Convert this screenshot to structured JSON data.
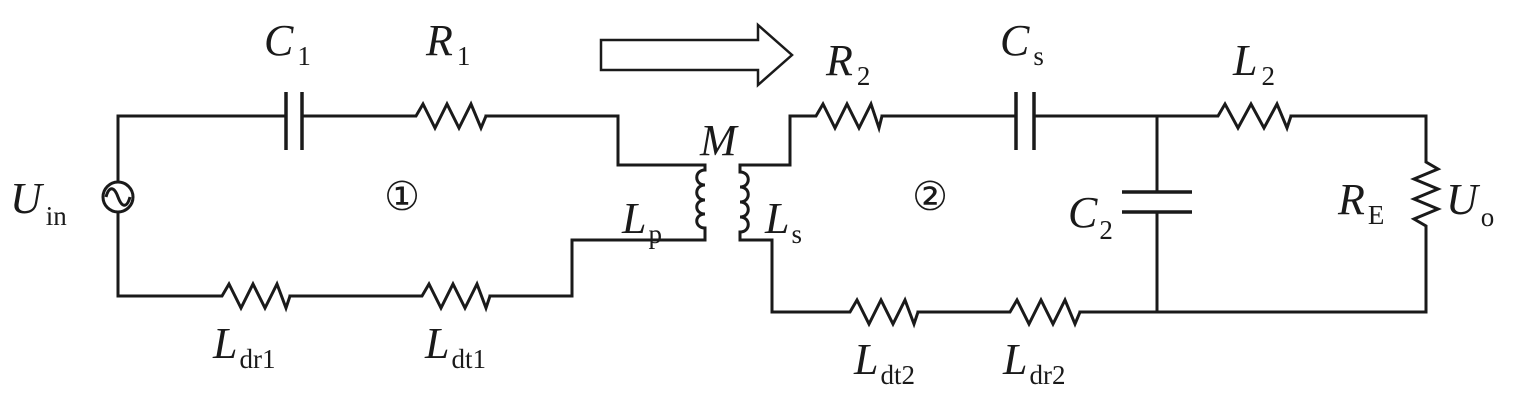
{
  "labels": {
    "c1": {
      "main": "C",
      "sub": "1"
    },
    "r1": {
      "main": "R",
      "sub": "1"
    },
    "uin": {
      "main": "U",
      "sub": "in"
    },
    "ldr1": {
      "main": "L",
      "sub": "dr1"
    },
    "ldt1": {
      "main": "L",
      "sub": "dt1"
    },
    "lp": {
      "main": "L",
      "sub": "p"
    },
    "m": {
      "main": "M"
    },
    "ls": {
      "main": "L",
      "sub": "s"
    },
    "r2": {
      "main": "R",
      "sub": "2"
    },
    "cs": {
      "main": "C",
      "sub": "s"
    },
    "l2": {
      "main": "L",
      "sub": "2"
    },
    "c2": {
      "main": "C",
      "sub": "2"
    },
    "re": {
      "main": "R",
      "sub": "E"
    },
    "uo": {
      "main": "U",
      "sub": "o"
    },
    "ldt2": {
      "main": "L",
      "sub": "dt2"
    },
    "ldr2": {
      "main": "L",
      "sub": "dr2"
    }
  },
  "loops": {
    "primary": "①",
    "secondary": "②"
  },
  "icons": {
    "source": "ac-source-icon",
    "transfer": "power-transfer-arrow-icon"
  }
}
